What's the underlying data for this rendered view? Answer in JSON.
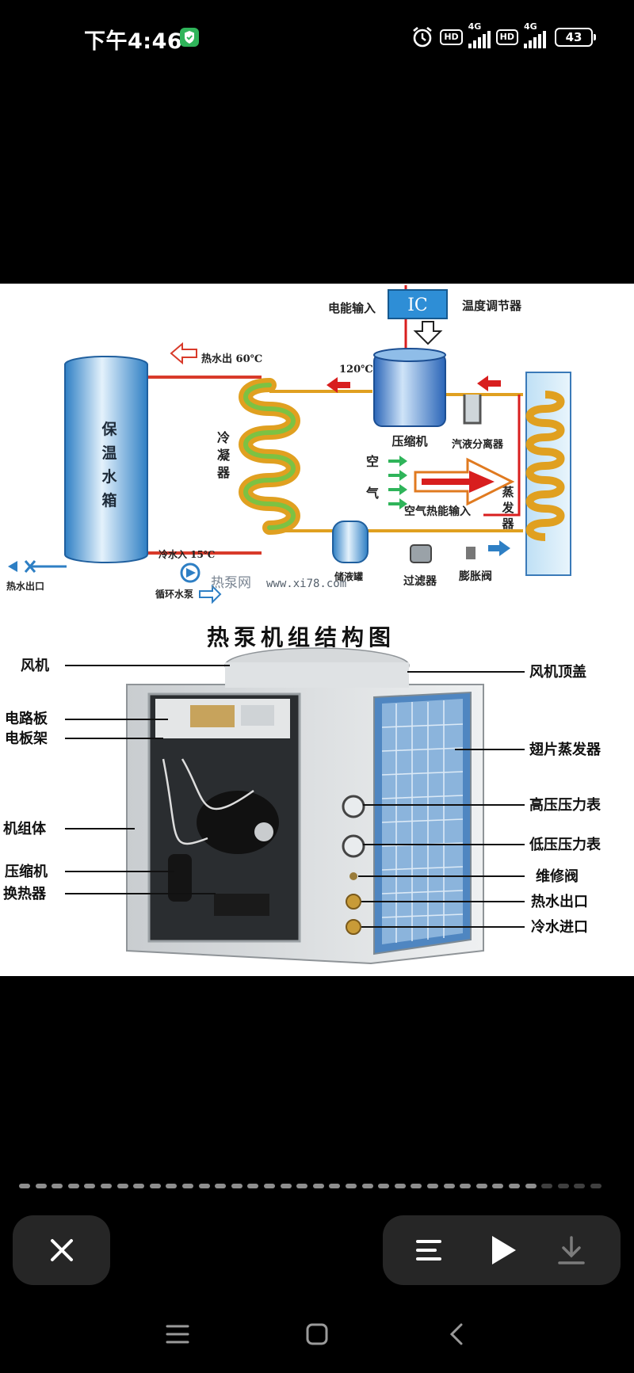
{
  "status_bar": {
    "time": "下午4:46",
    "hd1": "HD",
    "net1": "4G",
    "hd2": "HD",
    "net2": "4G",
    "battery": "43"
  },
  "diagram": {
    "power_input": "电能输入",
    "ic": "IC",
    "thermostat": "温度调节器",
    "hot_water_out": "热水出 60℃",
    "temp_120": "120℃",
    "compressor": "压缩机",
    "separator": "汽液分离器",
    "tank_chars": [
      "保",
      "温",
      "水",
      "箱"
    ],
    "condenser_chars": [
      "冷",
      "凝",
      "器"
    ],
    "air_chars": [
      "空",
      "气"
    ],
    "air_heat_input": "空气热能输入",
    "evaporator_chars": [
      "蒸",
      "发",
      "器"
    ],
    "cold_water_in": "冷水入 15℃",
    "pump": "循环水泵",
    "hot_water_outlet": "热水出口",
    "watermark_cn": "热泵网",
    "watermark_url": "www.xi78.com",
    "receiver": "储液罐",
    "filter": "过滤器",
    "expansion_valve": "膨胀阀"
  },
  "structure": {
    "title": "热泵机组结构图",
    "left_labels": [
      "风机",
      "电路板",
      "电板架",
      "机组体",
      "压缩机",
      "换热器"
    ],
    "right_labels": [
      "风机顶盖",
      "翅片蒸发器",
      "高压压力表",
      "低压压力表",
      "维修阀",
      "热水出口",
      "冷水进口"
    ]
  },
  "viewer": {
    "progress_segments": 36,
    "progress_active": 32
  },
  "colors": {
    "accent_green": "#2fb45a",
    "tank_blue": "#5aa8e0",
    "coil_gold": "#e0a020",
    "pipe_red": "#d81e1e"
  }
}
